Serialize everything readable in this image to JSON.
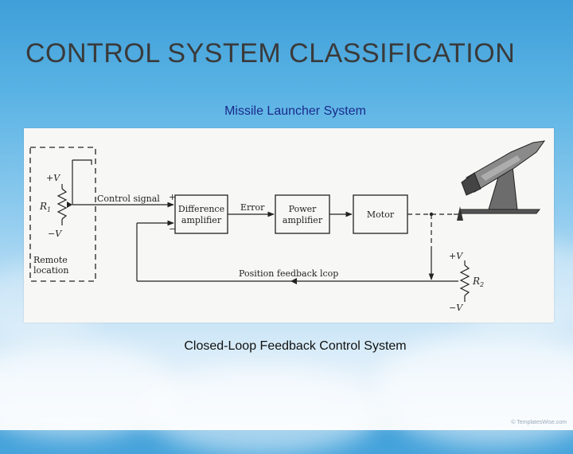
{
  "slide": {
    "title": "CONTROL SYSTEM CLASSIFICATION",
    "subtitle": "Missile Launcher System",
    "caption": "Closed-Loop Feedback Control System",
    "copyright": "© TemplatesWise.com"
  },
  "diagram": {
    "blocks": {
      "difference_amp_line1": "Difference",
      "difference_amp_line2": "amplifier",
      "power_amp_line1": "Power",
      "power_amp_line2": "amplifier",
      "motor": "Motor"
    },
    "labels": {
      "control_signal": "Control signal",
      "error": "Error",
      "position_feedback_loop": "Position feedback lcop",
      "remote_location_line1": "Remote",
      "remote_location_line2": "location",
      "plus_v_left": "+V",
      "minus_v_left": "−V",
      "r1": "R",
      "r1_sub": "1",
      "plus_v_right": "+V",
      "minus_v_right": "−V",
      "r2": "R",
      "r2_sub": "2",
      "sum_plus": "+",
      "sum_minus": "−"
    }
  }
}
